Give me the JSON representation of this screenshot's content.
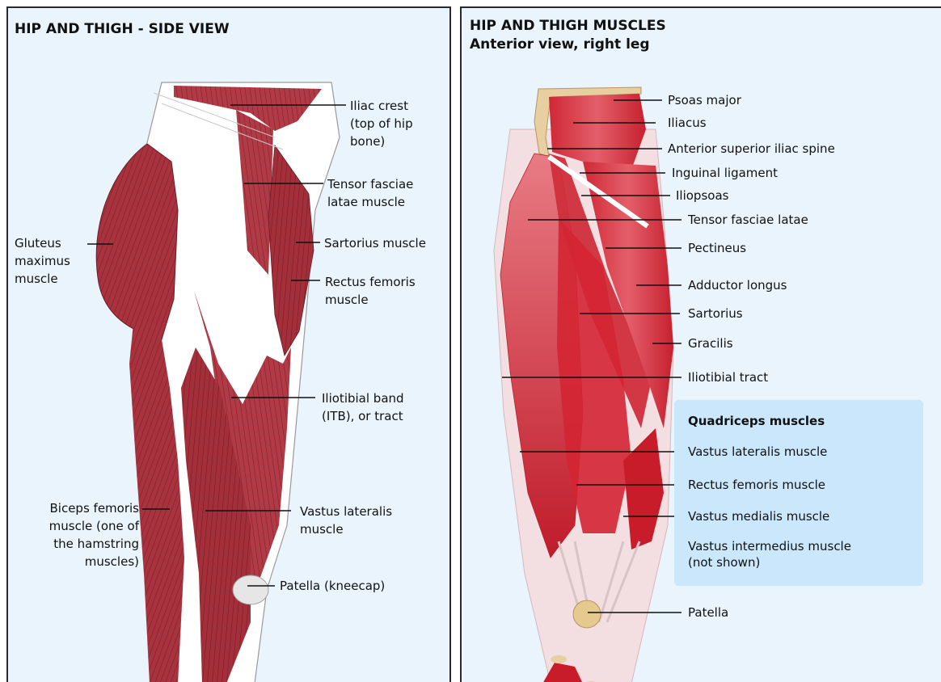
{
  "left_panel": {
    "title": "HIP AND THIGH - SIDE VIEW",
    "labels": {
      "iliac_crest": [
        "Iliac crest",
        "(top of hip",
        "bone)"
      ],
      "tensor": [
        "Tensor fasciae",
        "latae muscle"
      ],
      "gluteus": [
        "Gluteus",
        "maximus",
        "muscle"
      ],
      "sartorius": "Sartorius muscle",
      "rectus": [
        "Rectus femoris",
        "muscle"
      ],
      "itb": [
        "Iliotibial band",
        "(ITB), or tract"
      ],
      "biceps": [
        "Biceps femoris",
        "muscle (one of",
        "the hamstring",
        "muscles)"
      ],
      "vastus_lat": [
        "Vastus lateralis",
        "muscle"
      ],
      "patella": "Patella (kneecap)"
    }
  },
  "right_panel": {
    "title": "HIP AND THIGH MUSCLES",
    "subtitle": "Anterior view, right leg",
    "labels": {
      "psoas": "Psoas major",
      "iliacus": "Iliacus",
      "asis": "Anterior superior iliac spine",
      "inguinal": "Inguinal ligament",
      "iliopsoas": "Iliopsoas",
      "tfl": "Tensor fasciae latae",
      "pectineus": "Pectineus",
      "adductor": "Adductor longus",
      "sartorius": "Sartorius",
      "gracilis": "Gracilis",
      "iliotibial": "Iliotibial tract",
      "patella": "Patella"
    },
    "quadriceps": {
      "heading": "Quadriceps muscles",
      "vastus_lateralis": "Vastus lateralis muscle",
      "rectus_femoris": "Rectus femoris muscle",
      "vastus_medialis": "Vastus medialis muscle",
      "vastus_intermedius": [
        "Vastus intermedius muscle",
        "(not shown)"
      ]
    }
  },
  "colors": {
    "panel_bg": "#e9f4fc",
    "muscle": "#a8333e",
    "tendon": "#ffffff",
    "quad_box": "#cbe7fb"
  }
}
